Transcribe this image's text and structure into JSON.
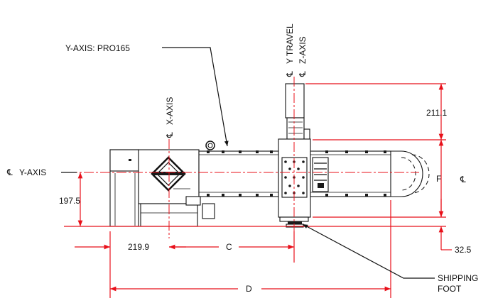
{
  "labels": {
    "yaxis_callout": "Y-AXIS: PRO165",
    "cl_symbol": "℄",
    "y_travel": "Y TRAVEL",
    "z_axis": "Z-AXIS",
    "x_axis": "X-AXIS",
    "y_axis": "Y-AXIS",
    "shipping_line1": "SHIPPING",
    "shipping_line2": "FOOT"
  },
  "dimensions": {
    "d211": "211.1",
    "d197": "197.5",
    "d219": "219.9",
    "d32": "32.5",
    "dimC": "C",
    "dimD": "D",
    "dimF": "F"
  },
  "colors": {
    "dimension": "#e8101a",
    "outline": "#111111"
  }
}
